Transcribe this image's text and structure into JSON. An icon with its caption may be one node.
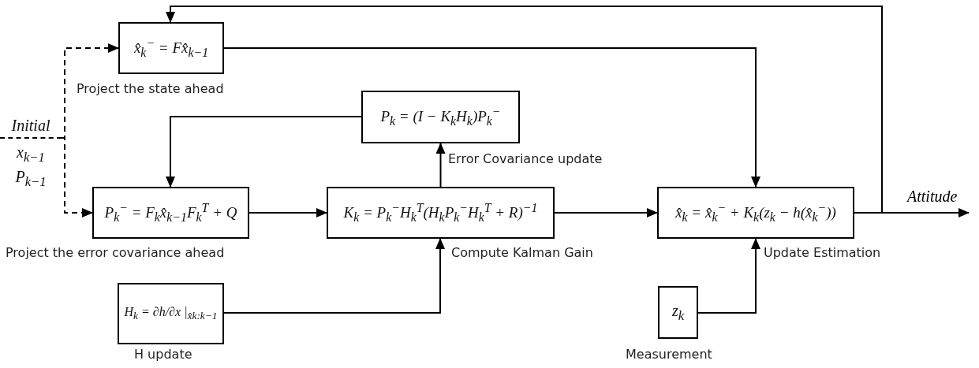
{
  "diagram": {
    "nodes": [
      {
        "text": [
          "x̂$_{k}$$^{−}$ = Fx̂$_{k−1}$"
        ],
        "beside": [
          "Project the state ahead"
        ]
      },
      {
        "text": [
          "Initial",
          "x$_{k−1}$",
          "P$_{k−1}$"
        ]
      },
      {
        "text": [
          "P$_{k}$ = (I − K$_{k}$H$_{k}$)P$_{k}$$^{−}$"
        ],
        "beside": [
          "Error Covariance update"
        ]
      },
      {
        "text": [
          "P$_{k}$$^{−}$ = F$_{k}$x̂$_{k−1}$F$_{k}$$^{T}$ + Q"
        ],
        "beside": [
          "Project the error covariance ahead"
        ]
      },
      {
        "text": [
          "K$_{k}$ = P$_{k}$$^{−}$H$_{k}$$^{T}$(H$_{k}$P$_{k}$$^{−}$H$_{k}$$^{T}$ + R)$^{−1}$"
        ],
        "beside": [
          "Compute Kalman Gain"
        ]
      },
      {
        "text": [
          "x̂$_{k}$ = x̂$_{k}$$^{−}$ + K$_{k}$(z$_{k}$ − h(x̂$_{k}$$^{−}$))"
        ],
        "beside": [
          "Update Estimation"
        ]
      },
      {
        "text": [
          "H$_{k}$ = ∂h/∂x |$_{x̂k:k−1}$"
        ],
        "beside": [
          "H update"
        ]
      },
      {
        "text": [
          "z$_{k}$"
        ],
        "beside": [
          "Measurement"
        ]
      }
    ],
    "edges": [
      {
        "from": 1,
        "to": 0,
        "arrow": "to",
        "style": "dashed"
      },
      {
        "from": 1,
        "to": 3,
        "arrow": "to",
        "style": "dashed"
      },
      {
        "from": 0,
        "to": 5,
        "arrow": "to"
      },
      {
        "from": 2,
        "to": 3,
        "arrow": "to"
      },
      {
        "from": 3,
        "to": 4,
        "arrow": "to"
      },
      {
        "from": 4,
        "to": 2,
        "arrow": "to"
      },
      {
        "from": 4,
        "to": 5,
        "arrow": "to"
      },
      {
        "from": 6,
        "to": 4,
        "arrow": "to"
      },
      {
        "from": 7,
        "to": 5,
        "arrow": "to"
      },
      {
        "from": 5,
        "to": 0,
        "arrow": "to"
      },
      {
        "from": 5,
        "to": null,
        "arrow": "to",
        "label": "Attitude"
      }
    ]
  }
}
